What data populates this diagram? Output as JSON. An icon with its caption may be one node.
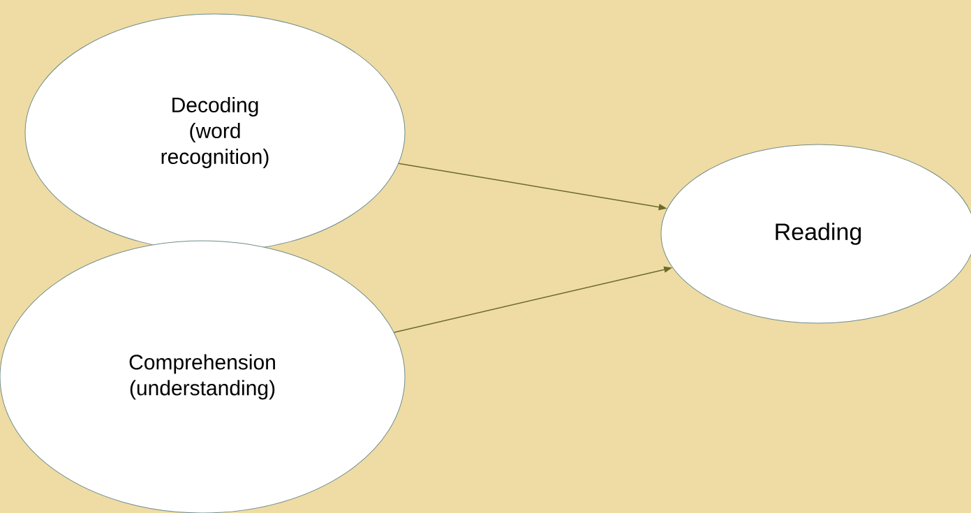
{
  "diagram": {
    "nodes": [
      {
        "text": [
          "Decoding (word recognition)"
        ]
      },
      {
        "text": [
          "Comprehension (understanding)"
        ]
      },
      {
        "text": [
          "Reading"
        ]
      }
    ],
    "edges": [
      {
        "from": 0,
        "to": 2,
        "arrow": "to"
      },
      {
        "from": 1,
        "to": 2,
        "arrow": "to"
      }
    ]
  }
}
